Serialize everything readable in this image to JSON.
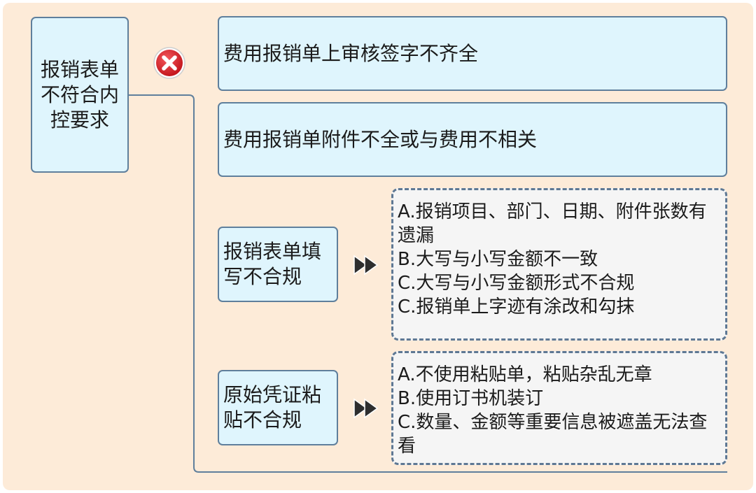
{
  "root": {
    "lines": [
      "报销表单",
      "不符合内",
      "控要求"
    ]
  },
  "branches": [
    {
      "label": "费用报销单上审核签字不齐全"
    },
    {
      "label": "费用报销单附件不全或与费用不相关"
    },
    {
      "lines": [
        "报销表单填",
        "写不合规"
      ],
      "details": [
        "A.报销项目、部门、日期、附件张数有遗漏",
        "B.大写与小写金额不一致",
        "C.大写与小写金额形式不合规",
        "C.报销单上字迹有涂改和勾抹"
      ]
    },
    {
      "lines": [
        "原始凭证粘",
        "贴不合规"
      ],
      "details": [
        "A.不使用粘贴单，粘贴杂乱无章",
        "B.使用订书机装订",
        "C.数量、金额等重要信息被遮盖无法查看"
      ]
    }
  ],
  "colors": {
    "background": "#fdebd8",
    "box_fill": "#dff5fd",
    "box_border": "#5f7f9c",
    "detail_fill": "#f5f5f5",
    "detail_border": "#5e7894",
    "x_icon_red": "#d9262c",
    "arrow_dark": "#2e2e2e"
  },
  "icons": {
    "status": "close-circle-icon",
    "pointer": "double-play-arrow-icon"
  }
}
